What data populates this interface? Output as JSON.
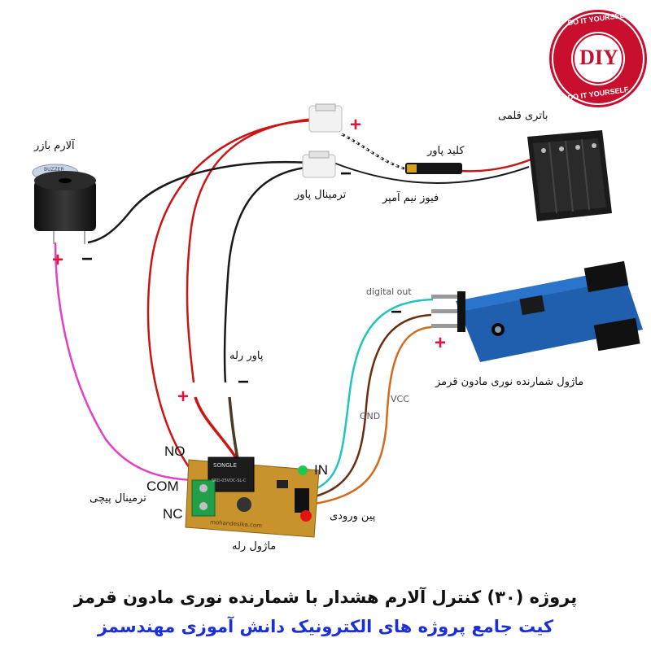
{
  "labels": {
    "buzzer": "آلارم بازر",
    "power_terminal": "ترمینال پاور",
    "battery": "باتری قلمی",
    "power_key": "کلید پاور",
    "fuse": "فیوز نیم آمپر",
    "relay_power": "پاور رله",
    "sensor_module": "ماژول شمارنده نوری مادون قرمز",
    "screw_terminal": "ترمینال پیچی",
    "relay_module": "ماژول رله",
    "input_pins": "پین ورودی",
    "no": "NO",
    "com": "COM",
    "nc": "NC",
    "in": "IN",
    "digital_out": "digital out",
    "gnd": "GND",
    "vcc": "VCC"
  },
  "signs": {
    "plus": "+",
    "minus": "−"
  },
  "logo": {
    "text_top": "DO IT YOURSELF",
    "text_center": "DIY",
    "text_bottom": "DO IT YOURSELF"
  },
  "board_text": {
    "relay_brand": "SONGLE",
    "relay_model": "SRD-05VDC-SL-C",
    "relay_module_site": "mohandesika.com",
    "buzzer_text": "BUZZER"
  },
  "footer": {
    "line1": "پروژه (۳۰) کنترل آلارم هشدار با شمارنده نوری مادون قرمز",
    "line2": "کیت جامع پروژه های الکترونیک دانش آموزی مهندسمز"
  },
  "colors": {
    "wire_red": "#cc1414",
    "wire_black": "#1a1a1a",
    "wire_pink": "#e040c8",
    "wire_cyan": "#22c4c0",
    "wire_brown": "#6a2e0c",
    "wire_orange": "#d46a1a",
    "sensor_board": "#1f5fae",
    "relay_board": "#c8922c",
    "logo_red": "#c8102e",
    "footer_blue": "#1c2fd6"
  }
}
